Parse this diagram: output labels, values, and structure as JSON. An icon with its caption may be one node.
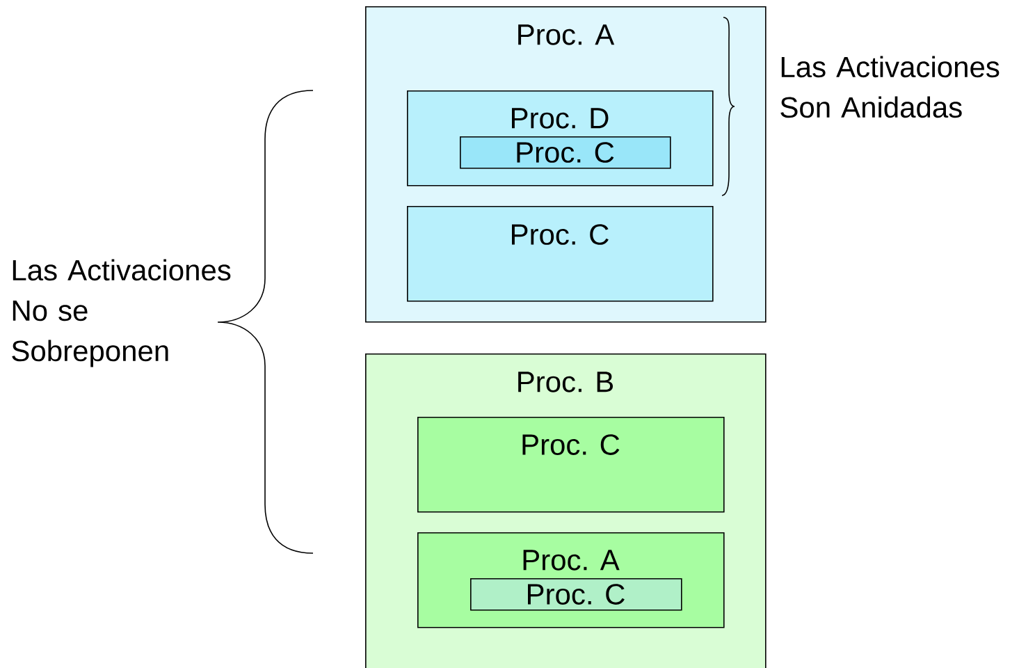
{
  "diagram": {
    "nodes": [
      {
        "text": [
          "Proc. A"
        ]
      },
      {
        "text": [
          "Proc. D"
        ],
        "in": 0
      },
      {
        "text": [
          "Proc. C"
        ],
        "in": 1
      },
      {
        "text": [
          "Proc. C"
        ],
        "in": 0
      },
      {
        "text": [
          "Proc. B"
        ]
      },
      {
        "text": [
          "Proc. C"
        ],
        "in": 4
      },
      {
        "text": [
          "Proc. A"
        ],
        "in": 4
      },
      {
        "text": [
          "Proc. C"
        ],
        "in": 6
      }
    ],
    "labels": [
      "Las Activaciones Son Anidadas",
      "Las Activaciones No se Sobreponen"
    ]
  }
}
